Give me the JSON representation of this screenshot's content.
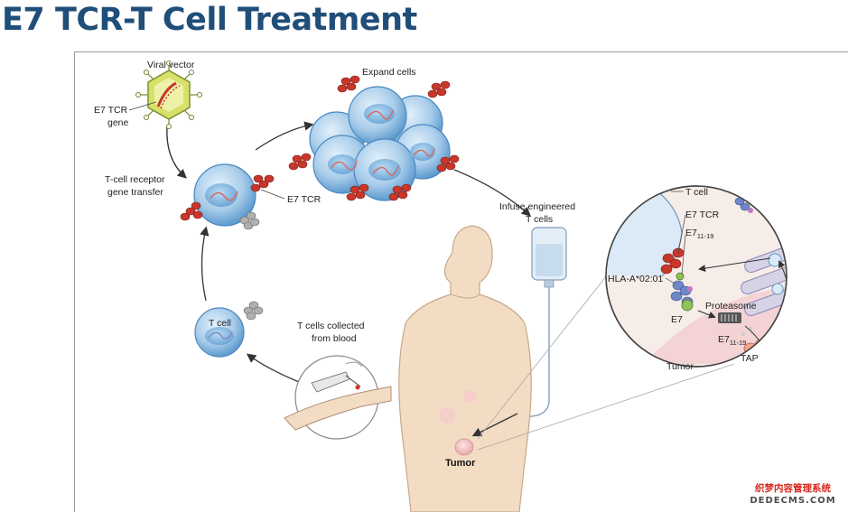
{
  "slide": {
    "title": "E7 TCR-T Cell Treatment"
  },
  "diagram": {
    "labels": {
      "viral_vector": "Viral vector",
      "e7_tcr_gene_line1": "E7 TCR",
      "e7_tcr_gene_line2": "gene",
      "tcell_receptor_line1": "T-cell receptor",
      "tcell_receptor_line2": "gene transfer",
      "e7_tcr": "E7 TCR",
      "expand_cells": "Expand cells",
      "infuse_line1": "Infuse engineered",
      "infuse_line2": "T cells",
      "tcell": "T cell",
      "collected_line1": "T cells collected",
      "collected_line2": "from blood",
      "tumor": "Tumor"
    },
    "inset": {
      "tcell": "T cell",
      "e7_tcr": "E7 TCR",
      "e7_peptide": "E7",
      "e7_peptide_sub": "11-19",
      "hla": "HLA-A*02:01",
      "proteasome": "Proteasome",
      "e7": "E7",
      "e7_frag": "E7",
      "e7_frag_sub": "11-19",
      "tap": "TAP",
      "tumor": "Tumor"
    }
  },
  "watermark": {
    "line1": "织梦内容管理系统",
    "line2": "DEDECMS.COM"
  },
  "colors": {
    "title": "#1f4e79",
    "cell_fill": "#a9cdea",
    "cell_stroke": "#4a88c0",
    "tcr_red": "#c8372b",
    "skin": "#f3dcc4",
    "inset_bg": "#f3e7e2",
    "arrow": "#333333"
  }
}
